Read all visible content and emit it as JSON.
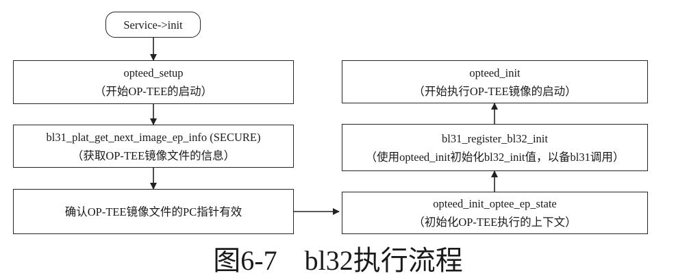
{
  "diagram": {
    "nodes": {
      "start": {
        "text": "Service->init"
      },
      "opteed_setup": {
        "title": "opteed_setup",
        "note": "（开始OP-TEE的启动）"
      },
      "get_ep_info": {
        "title": "bl31_plat_get_next_image_ep_info (SECURE)",
        "note": "（获取OP-TEE镜像文件的信息）"
      },
      "confirm_pc": {
        "text": "确认OP-TEE镜像文件的PC指针有效"
      },
      "ep_state": {
        "title": "opteed_init_optee_ep_state",
        "note": "（初始化OP-TEE执行的上下文）"
      },
      "register_init": {
        "title": "bl31_register_bl32_init",
        "note": "（使用opteed_init初始化bl32_init值，以备bl31调用）"
      },
      "opteed_init": {
        "title": "opteed_init",
        "note": "（开始执行OP-TEE镜像的启动）"
      }
    },
    "edges": [
      {
        "from": "start",
        "to": "opteed_setup"
      },
      {
        "from": "opteed_setup",
        "to": "get_ep_info"
      },
      {
        "from": "get_ep_info",
        "to": "confirm_pc"
      },
      {
        "from": "confirm_pc",
        "to": "ep_state"
      },
      {
        "from": "ep_state",
        "to": "register_init"
      },
      {
        "from": "register_init",
        "to": "opteed_init"
      }
    ],
    "caption": "图6-7　bl32执行流程",
    "stroke_color": "#222222"
  }
}
